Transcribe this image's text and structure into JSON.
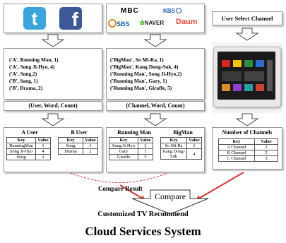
{
  "col1": {
    "tuples": [
      "('A', Running Man, 1)",
      "('A', Song Ji-Hyo, 4)",
      "('A', Song,2)",
      "('B', Song, 1)",
      "('B', Drama, 2)"
    ],
    "schema": "(User, Word, Count)",
    "tables": [
      {
        "title": "A User",
        "head": [
          "Key",
          "Value"
        ],
        "rows": [
          [
            "RunningMan",
            "1"
          ],
          [
            "Song Ji-Hyo",
            "4"
          ],
          [
            "Song",
            "2"
          ]
        ]
      },
      {
        "title": "B User",
        "head": [
          "Key",
          "Value"
        ],
        "rows": [
          [
            "Song",
            "1"
          ],
          [
            "Drama",
            "2"
          ]
        ]
      }
    ]
  },
  "col2": {
    "logos": {
      "mbc": "MBC",
      "kbs": "KBS",
      "sbs": "SBS",
      "naver": "NAVER",
      "daum": "Daum"
    },
    "tuples": [
      "('BigMan', So Mi-Ra, 1)",
      "('BigMan', Kang Dong-Suk, 4)",
      "('Running Man', Song Ji-Hyo,2)",
      "('Running Man', Gary, 1)",
      "('Running Man', Giraffe, 5)"
    ],
    "schema": "(Channel, Word, Count)",
    "tables": [
      {
        "title": "Running Man",
        "head": [
          "Key",
          "Value"
        ],
        "rows": [
          [
            "Song Ji-Hyo",
            "2"
          ],
          [
            "Gary",
            "1"
          ],
          [
            "Giraffe",
            "5"
          ]
        ]
      },
      {
        "title": "BigMan",
        "head": [
          "Key",
          "Value"
        ],
        "rows": [
          [
            "So Mi-Ra",
            "1"
          ],
          [
            "Kang Dong-Suk",
            "4"
          ]
        ]
      }
    ]
  },
  "col3": {
    "header": "User Select Channel",
    "table_title": "Number of Channels",
    "table": {
      "head": [
        "Key",
        "Value"
      ],
      "rows": [
        [
          "A Channel",
          "2"
        ],
        [
          "B Channel",
          "5"
        ],
        [
          "C Channel",
          "3"
        ]
      ]
    }
  },
  "compare_result": "Compare Result",
  "compare": "Compare",
  "recommend": "Customized TV Recommend",
  "system_title": "Cloud Services System",
  "colors": {
    "twitter": "#3aa5dc",
    "facebook": "#3b5998",
    "red_arrow": "#e03030",
    "box_border": "#9a9a9a"
  }
}
